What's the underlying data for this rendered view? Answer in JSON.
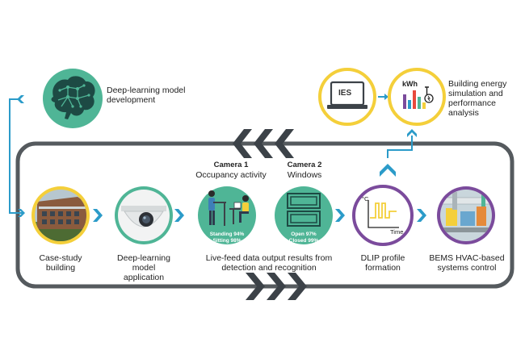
{
  "top": {
    "deep_learning_dev": "Deep-learning model development",
    "building_energy": "Building energy simulation and performance analysis",
    "ies_label": "IES",
    "kwh_label": "kWh"
  },
  "steps": {
    "case_study": "Case-study building",
    "dl_application": "Deep-learning model application",
    "live_feed": "Live-feed data output results from detection and recognition",
    "dlip": "DLIP profile formation",
    "bems": "BEMS HVAC-based systems control"
  },
  "cameras": {
    "cam1_title": "Camera 1",
    "cam1_sub": "Occupancy activity",
    "cam1_standing": "Standing 94%",
    "cam1_sitting": "Sitting 98%",
    "cam2_title": "Camera 2",
    "cam2_sub": "Windows",
    "cam2_open": "Open 97%",
    "cam2_closed": "Closed 99%"
  },
  "dlip_chart": {
    "y_unit": "°C",
    "x_label": "Time"
  },
  "colors": {
    "loop": "#555a5e",
    "arrow_blue": "#2b9bc9",
    "teal": "#4fb596",
    "yellow": "#f4cf3a",
    "purple": "#7b4b9c",
    "dark_teal": "#1d4a44",
    "chevron_dark": "#3c4248"
  },
  "icons": [
    "brain-network-icon",
    "monitor-ies-icon",
    "energy-chart-icon",
    "security-camera-icon",
    "standing-person-icon",
    "sitting-person-icon",
    "window-icon",
    "temperature-profile-icon"
  ]
}
